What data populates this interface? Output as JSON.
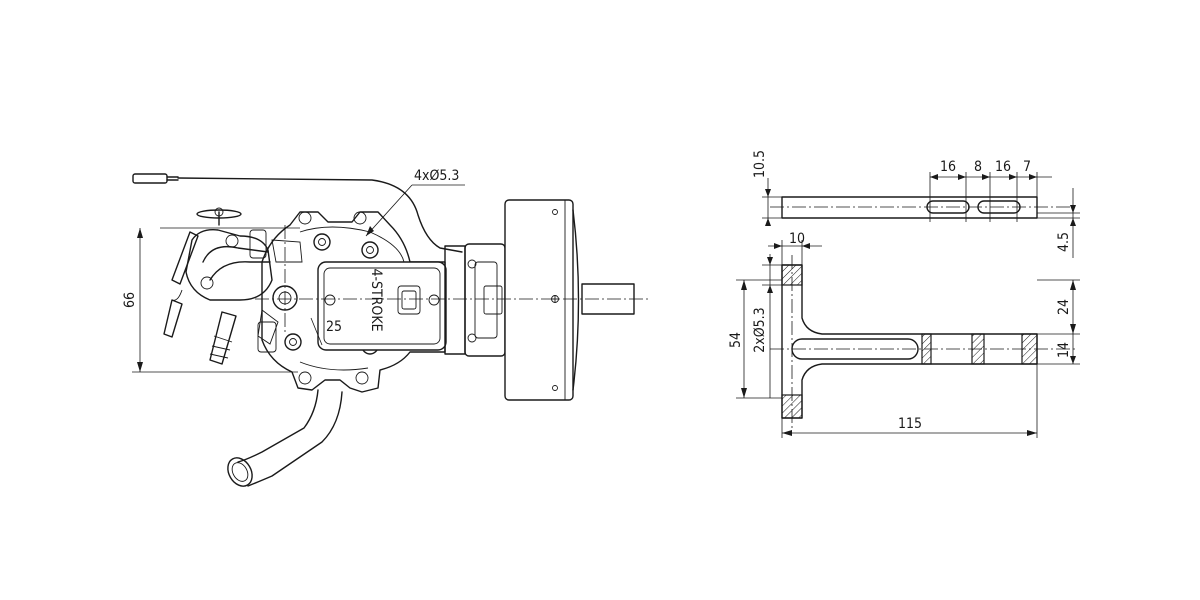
{
  "engine_view": {
    "dimensions": {
      "mount_holes": "4xØ5.3",
      "height": "66",
      "offset": "25"
    },
    "valve_cover_text": "4-STROKE"
  },
  "bracket_view": {
    "dimensions": {
      "top_thickness": "10.5",
      "slot_1": "16",
      "slot_gap": "8",
      "slot_2": "16",
      "slot_end": "7",
      "right_offset": "4.5",
      "flange_width": "10",
      "holes": "2xØ5.3",
      "overall_height": "54",
      "upper_height": "24",
      "arm_thickness": "14",
      "overall_length": "115"
    }
  }
}
